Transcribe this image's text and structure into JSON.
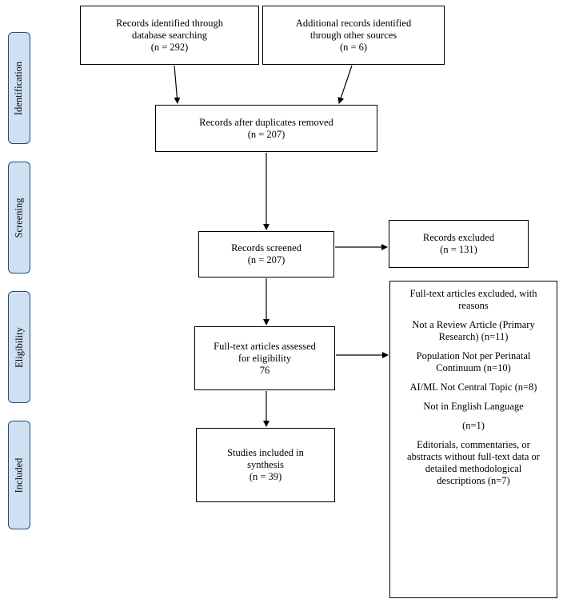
{
  "stages": {
    "identification": "Identification",
    "screening": "Screening",
    "eligibility": "Eligibility",
    "included": "Included"
  },
  "boxes": {
    "db_search": {
      "line1": "Records identified through",
      "line2": "database searching",
      "line3": "(n = 292)"
    },
    "other_sources": {
      "line1": "Additional records identified",
      "line2": "through other sources",
      "line3": "(n = 6)"
    },
    "after_duplicates": {
      "line1": "Records after duplicates removed",
      "line2": "(n = 207)"
    },
    "screened": {
      "line1": "Records screened",
      "line2": "(n = 207)"
    },
    "excluded": {
      "line1": "Records excluded",
      "line2": "(n = 131)"
    },
    "fulltext": {
      "line1": "Full-text articles assessed",
      "line2": "for eligibility",
      "line3": "76"
    },
    "included": {
      "line1": "Studies included in",
      "line2": "synthesis",
      "line3": "(n = 39)"
    },
    "fulltext_excluded": {
      "title1": "Full-text articles excluded, with",
      "title2": "reasons",
      "r1a": "Not a Review Article (Primary",
      "r1b": "Research) (n=11)",
      "r2a": "Population Not per Perinatal",
      "r2b": "Continuum (n=10)",
      "r3": "AI/ML Not Central Topic (n=8)",
      "r4": "Not in English Language",
      "r4n": "(n=1)",
      "r5a": "Editorials, commentaries, or",
      "r5b": "abstracts without full-text data or",
      "r5c": "detailed methodological",
      "r5d": "descriptions (n=7)"
    }
  }
}
